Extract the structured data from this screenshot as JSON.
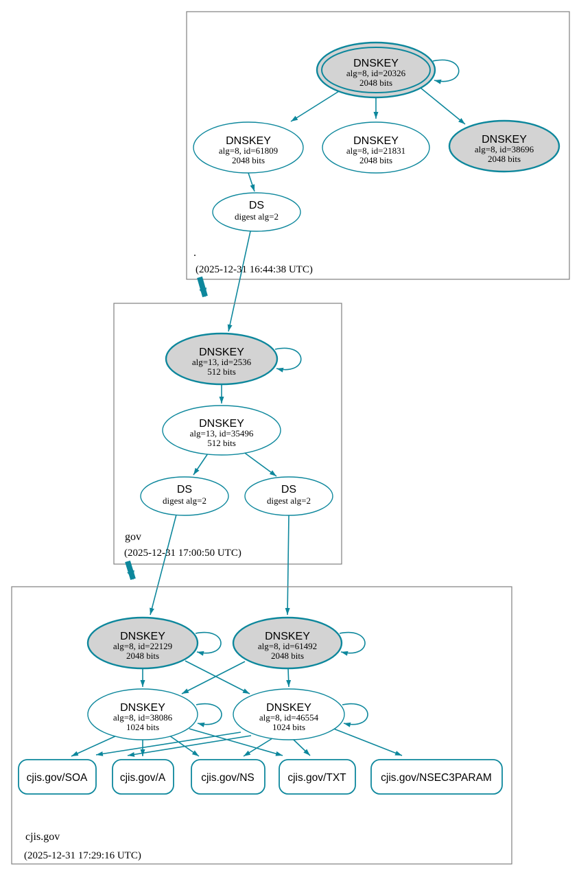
{
  "colors": {
    "edge_teal": "#0d879c",
    "sep_key_fill": "#d3d3d3",
    "node_fill": "#ffffff",
    "zone_border": "#7f7f7f",
    "text": "#000000"
  },
  "zones": [
    {
      "label": ".",
      "timestamp": "(2025-12-31 16:44:38 UTC)",
      "dnskeys": [
        {
          "title": "DNSKEY",
          "detail": "alg=8, id=20326",
          "bits": "2048 bits"
        },
        {
          "title": "DNSKEY",
          "detail": "alg=8, id=61809",
          "bits": "2048 bits"
        },
        {
          "title": "DNSKEY",
          "detail": "alg=8, id=21831",
          "bits": "2048 bits"
        },
        {
          "title": "DNSKEY",
          "detail": "alg=8, id=38696",
          "bits": "2048 bits"
        }
      ],
      "ds": [
        {
          "title": "DS",
          "detail": "digest alg=2"
        }
      ]
    },
    {
      "label": "gov",
      "timestamp": "(2025-12-31 17:00:50 UTC)",
      "dnskeys": [
        {
          "title": "DNSKEY",
          "detail": "alg=13, id=2536",
          "bits": "512 bits"
        },
        {
          "title": "DNSKEY",
          "detail": "alg=13, id=35496",
          "bits": "512 bits"
        }
      ],
      "ds": [
        {
          "title": "DS",
          "detail": "digest alg=2"
        },
        {
          "title": "DS",
          "detail": "digest alg=2"
        }
      ]
    },
    {
      "label": "cjis.gov",
      "timestamp": "(2025-12-31 17:29:16 UTC)",
      "dnskeys": [
        {
          "title": "DNSKEY",
          "detail": "alg=8, id=22129",
          "bits": "2048 bits"
        },
        {
          "title": "DNSKEY",
          "detail": "alg=8, id=61492",
          "bits": "2048 bits"
        },
        {
          "title": "DNSKEY",
          "detail": "alg=8, id=38086",
          "bits": "1024 bits"
        },
        {
          "title": "DNSKEY",
          "detail": "alg=8, id=46554",
          "bits": "1024 bits"
        }
      ],
      "rrsets": [
        {
          "label": "cjis.gov/SOA"
        },
        {
          "label": "cjis.gov/A"
        },
        {
          "label": "cjis.gov/NS"
        },
        {
          "label": "cjis.gov/TXT"
        },
        {
          "label": "cjis.gov/NSEC3PARAM"
        }
      ]
    }
  ]
}
